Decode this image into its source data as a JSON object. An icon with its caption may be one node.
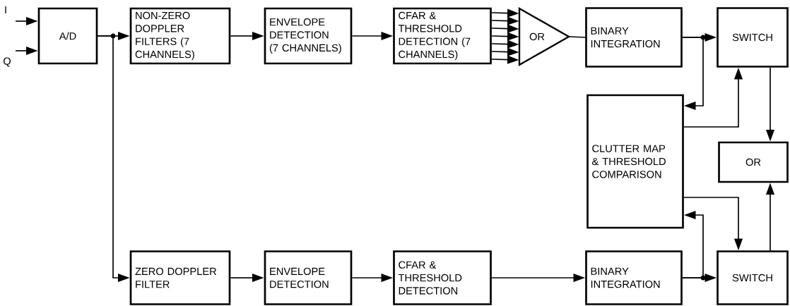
{
  "diagram": {
    "nodes": [
      {
        "text": [
          "A/D"
        ]
      },
      {
        "text": [
          "NON-ZERO DOPPLER FILTERS (7 CHANNELS)"
        ]
      },
      {
        "text": [
          "ENVELOPE DETECTION (7 CHANNELS)"
        ]
      },
      {
        "text": [
          "CFAR & THRESHOLD DETECTION (7 CHANNELS)"
        ]
      },
      {
        "text": [
          "OR"
        ]
      },
      {
        "text": [
          "BINARY INTEGRATION"
        ]
      },
      {
        "text": [
          "SWITCH"
        ]
      },
      {
        "text": [
          "CLUTTER MAP & THRESHOLD COMPARISON"
        ]
      },
      {
        "text": [
          "OR"
        ]
      },
      {
        "text": [
          "ZERO DOPPLER FILTER"
        ]
      },
      {
        "text": [
          "ENVELOPE DETECTION"
        ]
      },
      {
        "text": [
          "CFAR & THRESHOLD DETECTION"
        ]
      },
      {
        "text": [
          "BINARY INTEGRATION"
        ]
      },
      {
        "text": [
          "SWITCH"
        ]
      }
    ],
    "edges": [
      {
        "from": null,
        "to": 0,
        "arrow": "to",
        "label": "I"
      },
      {
        "from": null,
        "to": 0,
        "arrow": "to",
        "label": "Q"
      },
      {
        "from": 0,
        "to": 1,
        "arrow": "to"
      },
      {
        "from": 0,
        "to": 9,
        "arrow": "to"
      },
      {
        "from": 1,
        "to": 2,
        "arrow": "to"
      },
      {
        "from": 2,
        "to": 3,
        "arrow": "to"
      },
      {
        "from": 3,
        "to": 4,
        "arrow": "to"
      },
      {
        "from": 3,
        "to": 4,
        "arrow": "to"
      },
      {
        "from": 3,
        "to": 4,
        "arrow": "to"
      },
      {
        "from": 3,
        "to": 4,
        "arrow": "to"
      },
      {
        "from": 3,
        "to": 4,
        "arrow": "to"
      },
      {
        "from": 3,
        "to": 4,
        "arrow": "to"
      },
      {
        "from": 3,
        "to": 4,
        "arrow": "to"
      },
      {
        "from": 4,
        "to": 5,
        "arrow": "none"
      },
      {
        "from": 5,
        "to": 6,
        "arrow": "to"
      },
      {
        "from": 5,
        "to": 7,
        "arrow": "to"
      },
      {
        "from": 7,
        "to": 6,
        "arrow": "to"
      },
      {
        "from": 6,
        "to": 8,
        "arrow": "to"
      },
      {
        "from": 7,
        "to": 13,
        "arrow": "to"
      },
      {
        "from": 12,
        "to": 13,
        "arrow": "to"
      },
      {
        "from": 12,
        "to": 7,
        "arrow": "to"
      },
      {
        "from": 13,
        "to": 8,
        "arrow": "to"
      },
      {
        "from": 9,
        "to": 10,
        "arrow": "to"
      },
      {
        "from": 10,
        "to": 11,
        "arrow": "to"
      },
      {
        "from": 11,
        "to": 12,
        "arrow": "to"
      }
    ]
  }
}
